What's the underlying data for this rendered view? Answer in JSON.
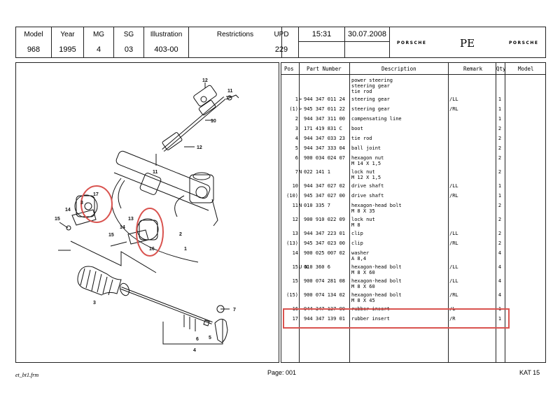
{
  "header": {
    "model": {
      "label": "Model",
      "value": "968"
    },
    "year": {
      "label": "Year",
      "value": "1995"
    },
    "mg": {
      "label": "MG",
      "value": "4"
    },
    "sg": {
      "label": "SG",
      "value": "03"
    },
    "illustration": {
      "label": "Illustration",
      "value": "403-00"
    },
    "restrictions": {
      "label": "Restrictions",
      "value": ""
    },
    "upd": {
      "label": "UPD",
      "value": "229"
    },
    "time": "15:31",
    "date": "30.07.2008",
    "brand_left": "PORSCHE",
    "pe": "PE",
    "brand_right": "PORSCHE"
  },
  "table": {
    "columns": {
      "pos": "Pos",
      "part": "Part Number",
      "desc": "Description",
      "remark": "Remark",
      "qty": "Qty",
      "model": "Model"
    },
    "heading": [
      "power steering",
      "steering gear",
      "tie rod"
    ],
    "rows": [
      {
        "pos": "1",
        "flag": ">",
        "part": "944 347 011 24",
        "desc": [
          "steering gear"
        ],
        "remark": "/LL",
        "qty": "1"
      },
      {
        "pos": "(1)",
        "flag": ">",
        "part": "945 347 011 22",
        "desc": [
          "steering gear"
        ],
        "remark": "/RL",
        "qty": "1"
      },
      {
        "pos": "2",
        "flag": "",
        "part": "944 347 311 00",
        "desc": [
          "compensating line"
        ],
        "remark": "",
        "qty": "1"
      },
      {
        "pos": "3",
        "flag": "",
        "part": "171 419 831 C",
        "desc": [
          "boot"
        ],
        "remark": "",
        "qty": "2"
      },
      {
        "pos": "4",
        "flag": "",
        "part": "944 347 033 23",
        "desc": [
          "tie rod"
        ],
        "remark": "",
        "qty": "2"
      },
      {
        "pos": "5",
        "flag": "",
        "part": "944 347 333 04",
        "desc": [
          "ball joint"
        ],
        "remark": "",
        "qty": "2"
      },
      {
        "pos": "6",
        "flag": "",
        "part": "900 034 024 07",
        "desc": [
          "hexagon nut",
          "M 14 X 1,5"
        ],
        "remark": "",
        "qty": "2"
      },
      {
        "pos": "7",
        "flag": "N",
        "part": "022 141 1",
        "desc": [
          "lock nut",
          "M 12 X 1,5"
        ],
        "remark": "",
        "qty": "2"
      },
      {
        "pos": "10",
        "flag": "",
        "part": "944 347 027 02",
        "desc": [
          "drive shaft"
        ],
        "remark": "/LL",
        "qty": "1"
      },
      {
        "pos": "(10)",
        "flag": "",
        "part": "945 347 027 00",
        "desc": [
          "drive shaft"
        ],
        "remark": "/RL",
        "qty": "1"
      },
      {
        "pos": "11",
        "flag": "N",
        "part": "010 335 7",
        "desc": [
          "hexagon-head bolt",
          "M 8 X 35"
        ],
        "remark": "",
        "qty": "2"
      },
      {
        "pos": "12",
        "flag": "",
        "part": "900 910 022 09",
        "desc": [
          "lock nut",
          "M 8"
        ],
        "remark": "",
        "qty": "2"
      },
      {
        "pos": "13",
        "flag": "",
        "part": "944 347 223 01",
        "desc": [
          "clip"
        ],
        "remark": "/LL",
        "qty": "2"
      },
      {
        "pos": "(13)",
        "flag": "",
        "part": "945 347 023 00",
        "desc": [
          "clip"
        ],
        "remark": "/RL",
        "qty": "2"
      },
      {
        "pos": "14",
        "flag": "",
        "part": "900 025 007 02",
        "desc": [
          "washer",
          "A 8,4"
        ],
        "remark": "",
        "qty": "4"
      },
      {
        "pos": "15",
        "flag": "U N",
        "part": "010 360 6",
        "desc": [
          "hexagon-head bolt",
          "M 8 X 60"
        ],
        "remark": "/LL",
        "qty": "4"
      },
      {
        "pos": "15",
        "flag": "",
        "part": "900 074 281 08",
        "desc": [
          "hexagon-head bolt",
          "M 8 X 60"
        ],
        "remark": "/LL",
        "qty": "4"
      },
      {
        "pos": "(15)",
        "flag": "",
        "part": "900 074 134 02",
        "desc": [
          "hexagon-head bolt",
          "M 8 X 45"
        ],
        "remark": "/RL",
        "qty": "4"
      },
      {
        "pos": "16",
        "flag": "",
        "part": "944 347 137 00",
        "desc": [
          "rubber insert"
        ],
        "remark": "/L",
        "qty": "1"
      },
      {
        "pos": "17",
        "flag": "",
        "part": "944 347 139 01",
        "desc": [
          "rubber insert"
        ],
        "remark": "/R",
        "qty": "1"
      }
    ]
  },
  "diagram_labels": {
    "l1": "1",
    "l2": "2",
    "l3a": "3",
    "l3b": "3",
    "l4": "4",
    "l5": "5",
    "l6": "6",
    "l7": "7",
    "l10": "10",
    "l11a": "11",
    "l11b": "11",
    "l12a": "12",
    "l12b": "12",
    "l13": "13",
    "l14a": "14",
    "l14b": "14",
    "l15a": "15",
    "l15b": "15",
    "l16": "16",
    "l17": "17"
  },
  "footer": {
    "file": "et_bt1.frm",
    "page": "Page: 001",
    "kat": "KAT 15"
  },
  "colors": {
    "highlight": "#d9534f"
  }
}
